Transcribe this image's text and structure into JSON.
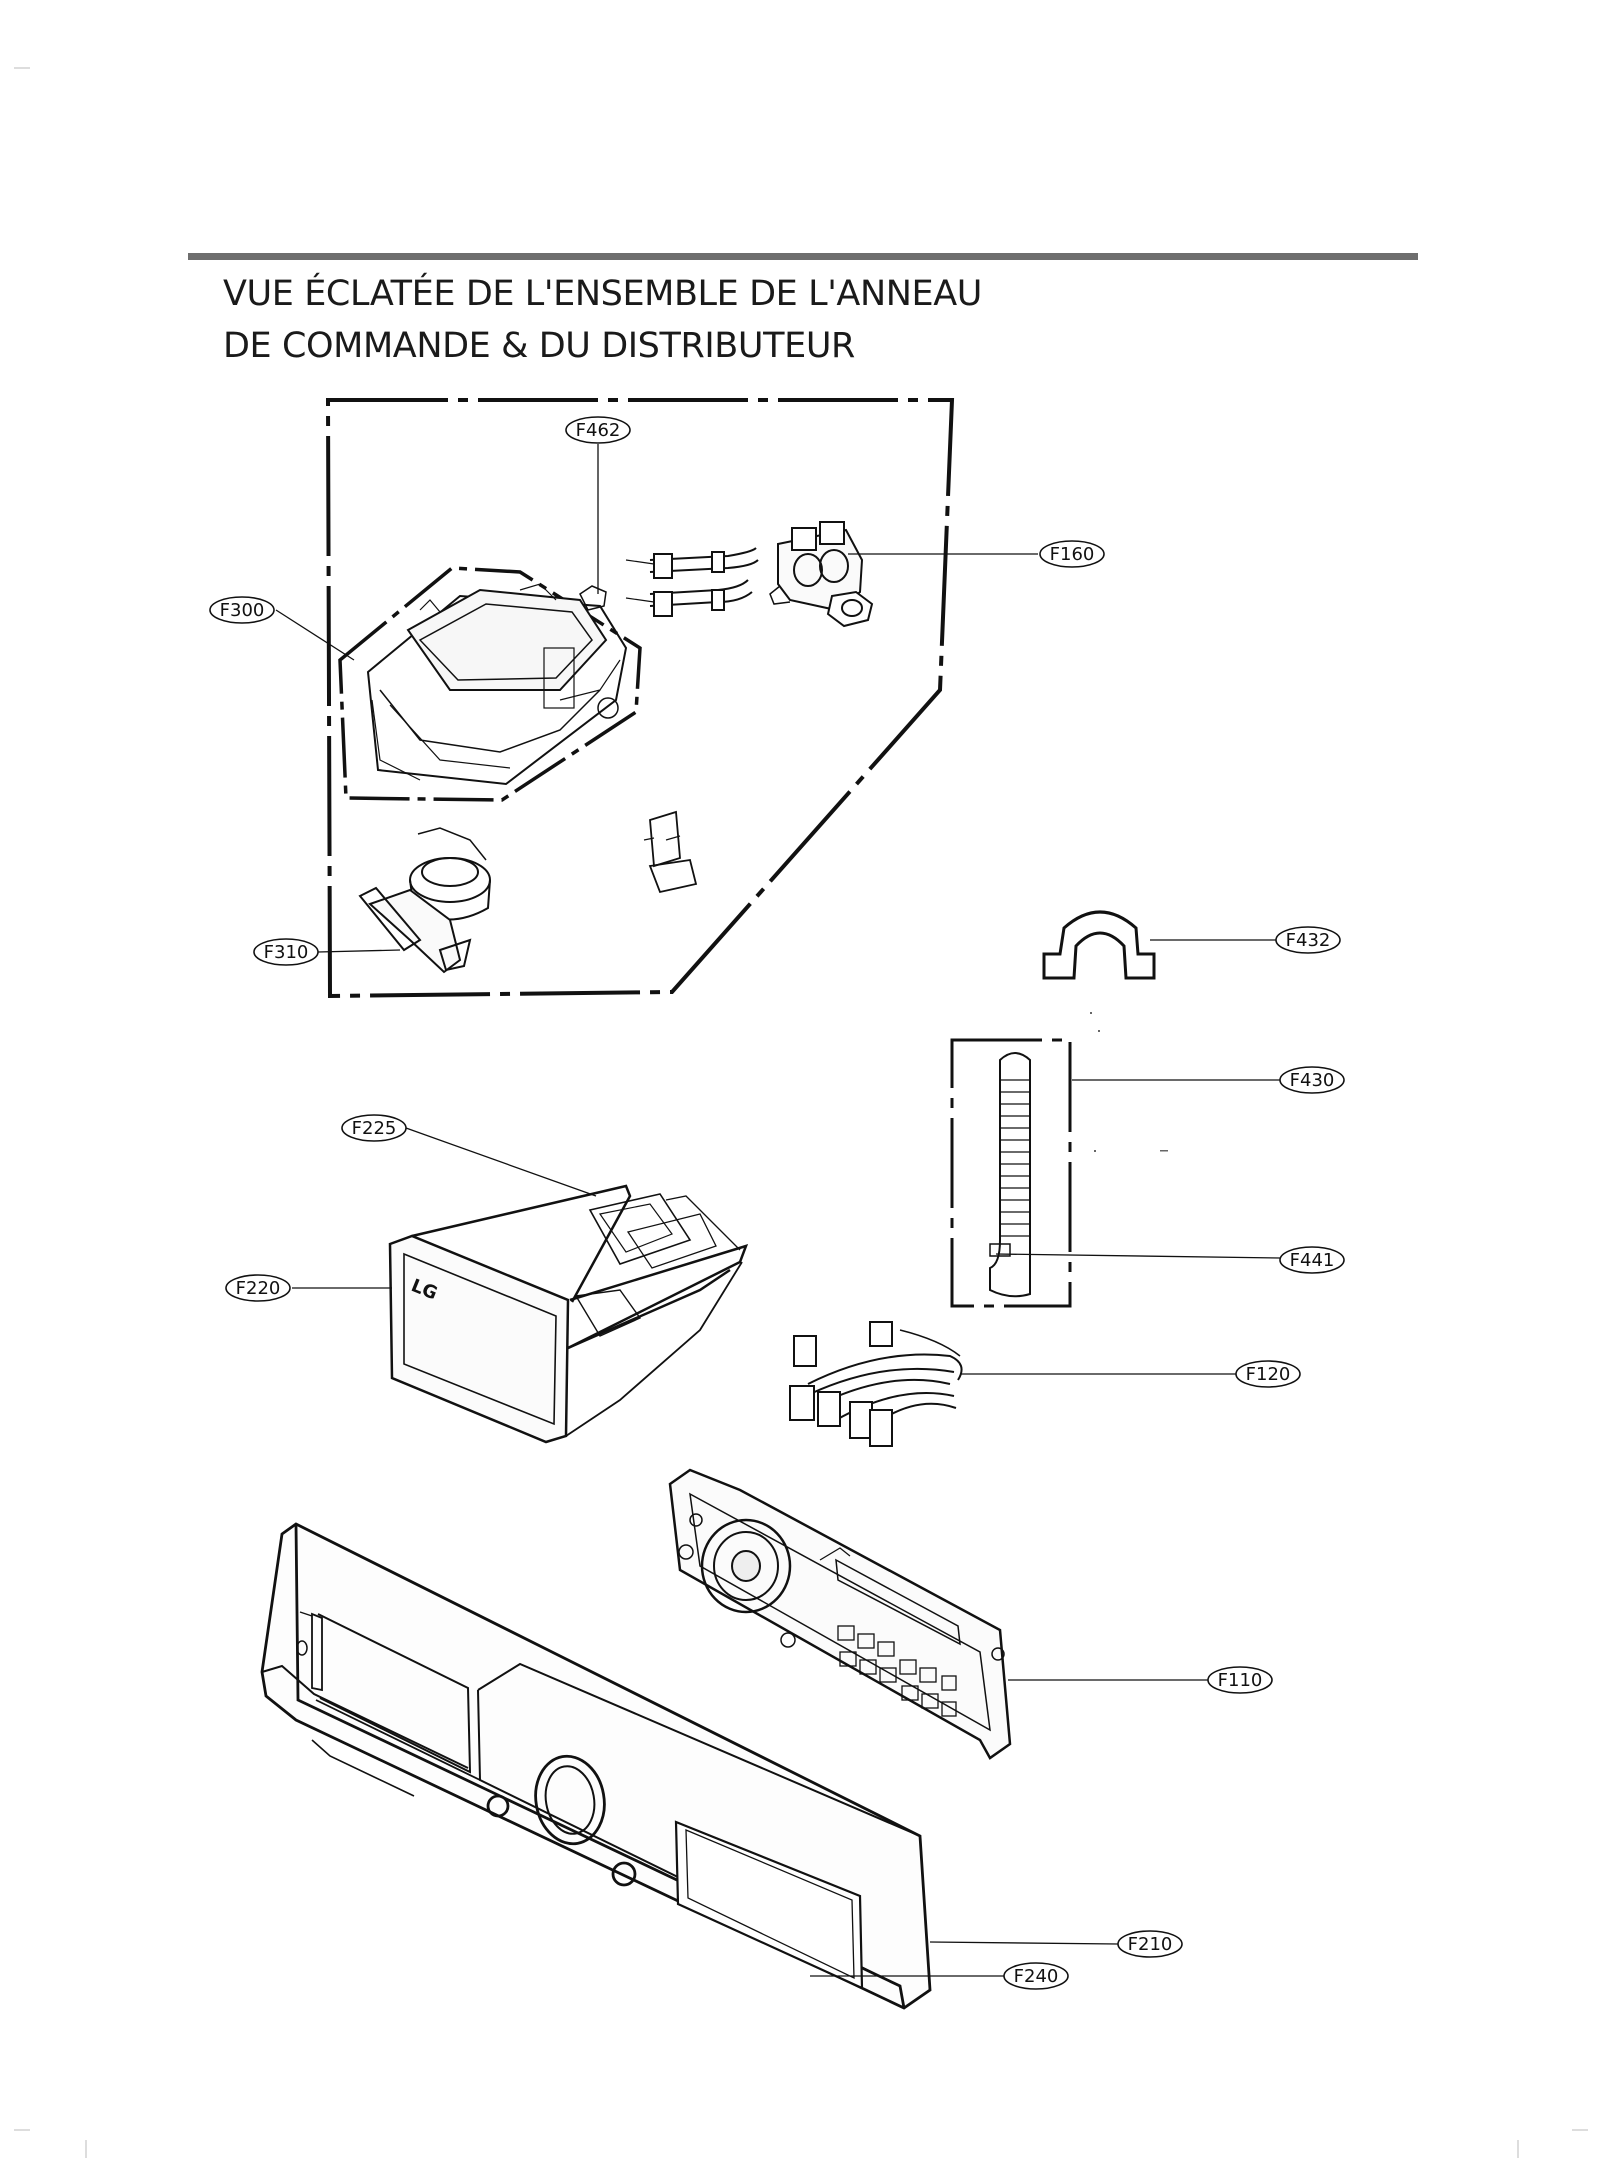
{
  "document": {
    "title_line1": "VUE ÉCLATÉE DE L'ENSEMBLE DE L'ANNEAU",
    "title_line2": "DE COMMANDE  & DU DISTRIBUTEUR",
    "rule_color": "#6e6e6e"
  },
  "callouts": [
    {
      "id": "F462",
      "label": "F462"
    },
    {
      "id": "F160",
      "label": "F160"
    },
    {
      "id": "F300",
      "label": "F300"
    },
    {
      "id": "F310",
      "label": "F310"
    },
    {
      "id": "F432",
      "label": "F432"
    },
    {
      "id": "F430",
      "label": "F430"
    },
    {
      "id": "F441",
      "label": "F441"
    },
    {
      "id": "F225",
      "label": "F225"
    },
    {
      "id": "F220",
      "label": "F220"
    },
    {
      "id": "F120",
      "label": "F120"
    },
    {
      "id": "F110",
      "label": "F110"
    },
    {
      "id": "F210",
      "label": "F210"
    },
    {
      "id": "F240",
      "label": "F240"
    }
  ],
  "parts": {
    "drawer_logo": "LG"
  }
}
